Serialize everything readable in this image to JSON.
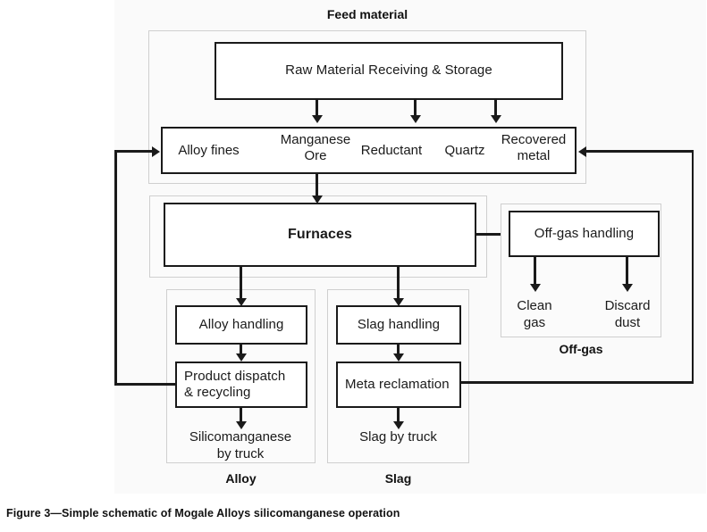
{
  "figure": {
    "caption": "Figure 3—Simple schematic of Mogale Alloys silicomanganese operation"
  },
  "colors": {
    "background": "#fafafa",
    "panel_border": "#cfcfcf",
    "box_border": "#1a1a1a",
    "box_fill": "#ffffff",
    "text": "#1a1a1a"
  },
  "groups": {
    "feed": {
      "caption": "Feed material"
    },
    "offgas": {
      "caption": "Off-gas"
    },
    "alloy": {
      "caption": "Alloy"
    },
    "slag": {
      "caption": "Slag"
    }
  },
  "boxes": {
    "raw_material": {
      "label": "Raw Material  Receiving  &  Storage"
    },
    "furnaces": {
      "label": "Furnaces"
    },
    "offgas_handling": {
      "label": "Off-gas handling"
    },
    "alloy_handling": {
      "label": "Alloy handling"
    },
    "product_dispatch": {
      "label": "Product dispatch\n& recycling"
    },
    "slag_handling": {
      "label": "Slag handling"
    },
    "meta_reclamation": {
      "label": "Meta reclamation"
    }
  },
  "feed_items": [
    {
      "label": "Alloy fines"
    },
    {
      "label": "Manganese\nOre"
    },
    {
      "label": "Reductant"
    },
    {
      "label": "Quartz"
    },
    {
      "label": "Recovered\nmetal"
    }
  ],
  "outputs": {
    "clean_gas": "Clean\ngas",
    "discard_dust": "Discard\ndust",
    "silicomanganese": "Silicomanganese\nby truck",
    "slag_by_truck": "Slag by truck"
  },
  "chart_data": {
    "type": "diagram",
    "title": "Simple schematic of Mogale Alloys silicomanganese operation",
    "nodes": [
      "Raw Material Receiving & Storage",
      "Alloy fines",
      "Manganese Ore",
      "Reductant",
      "Quartz",
      "Recovered metal",
      "Furnaces",
      "Off-gas handling",
      "Alloy handling",
      "Product dispatch & recycling",
      "Slag handling",
      "Meta reclamation",
      "Clean gas",
      "Discard dust",
      "Silicomanganese by truck",
      "Slag by truck"
    ],
    "edges": [
      {
        "from": "Raw Material Receiving & Storage",
        "to": "Manganese Ore"
      },
      {
        "from": "Raw Material Receiving & Storage",
        "to": "Reductant"
      },
      {
        "from": "Raw Material Receiving & Storage",
        "to": "Quartz"
      },
      {
        "from": "Feed materials",
        "to": "Furnaces"
      },
      {
        "from": "Furnaces",
        "to": "Off-gas handling"
      },
      {
        "from": "Furnaces",
        "to": "Alloy handling"
      },
      {
        "from": "Furnaces",
        "to": "Slag handling"
      },
      {
        "from": "Off-gas handling",
        "to": "Clean gas"
      },
      {
        "from": "Off-gas handling",
        "to": "Discard dust"
      },
      {
        "from": "Alloy handling",
        "to": "Product dispatch & recycling"
      },
      {
        "from": "Product dispatch & recycling",
        "to": "Silicomanganese by truck"
      },
      {
        "from": "Product dispatch & recycling",
        "to": "Alloy fines"
      },
      {
        "from": "Slag handling",
        "to": "Meta reclamation"
      },
      {
        "from": "Meta reclamation",
        "to": "Slag by truck"
      },
      {
        "from": "Meta reclamation",
        "to": "Recovered metal"
      }
    ]
  }
}
